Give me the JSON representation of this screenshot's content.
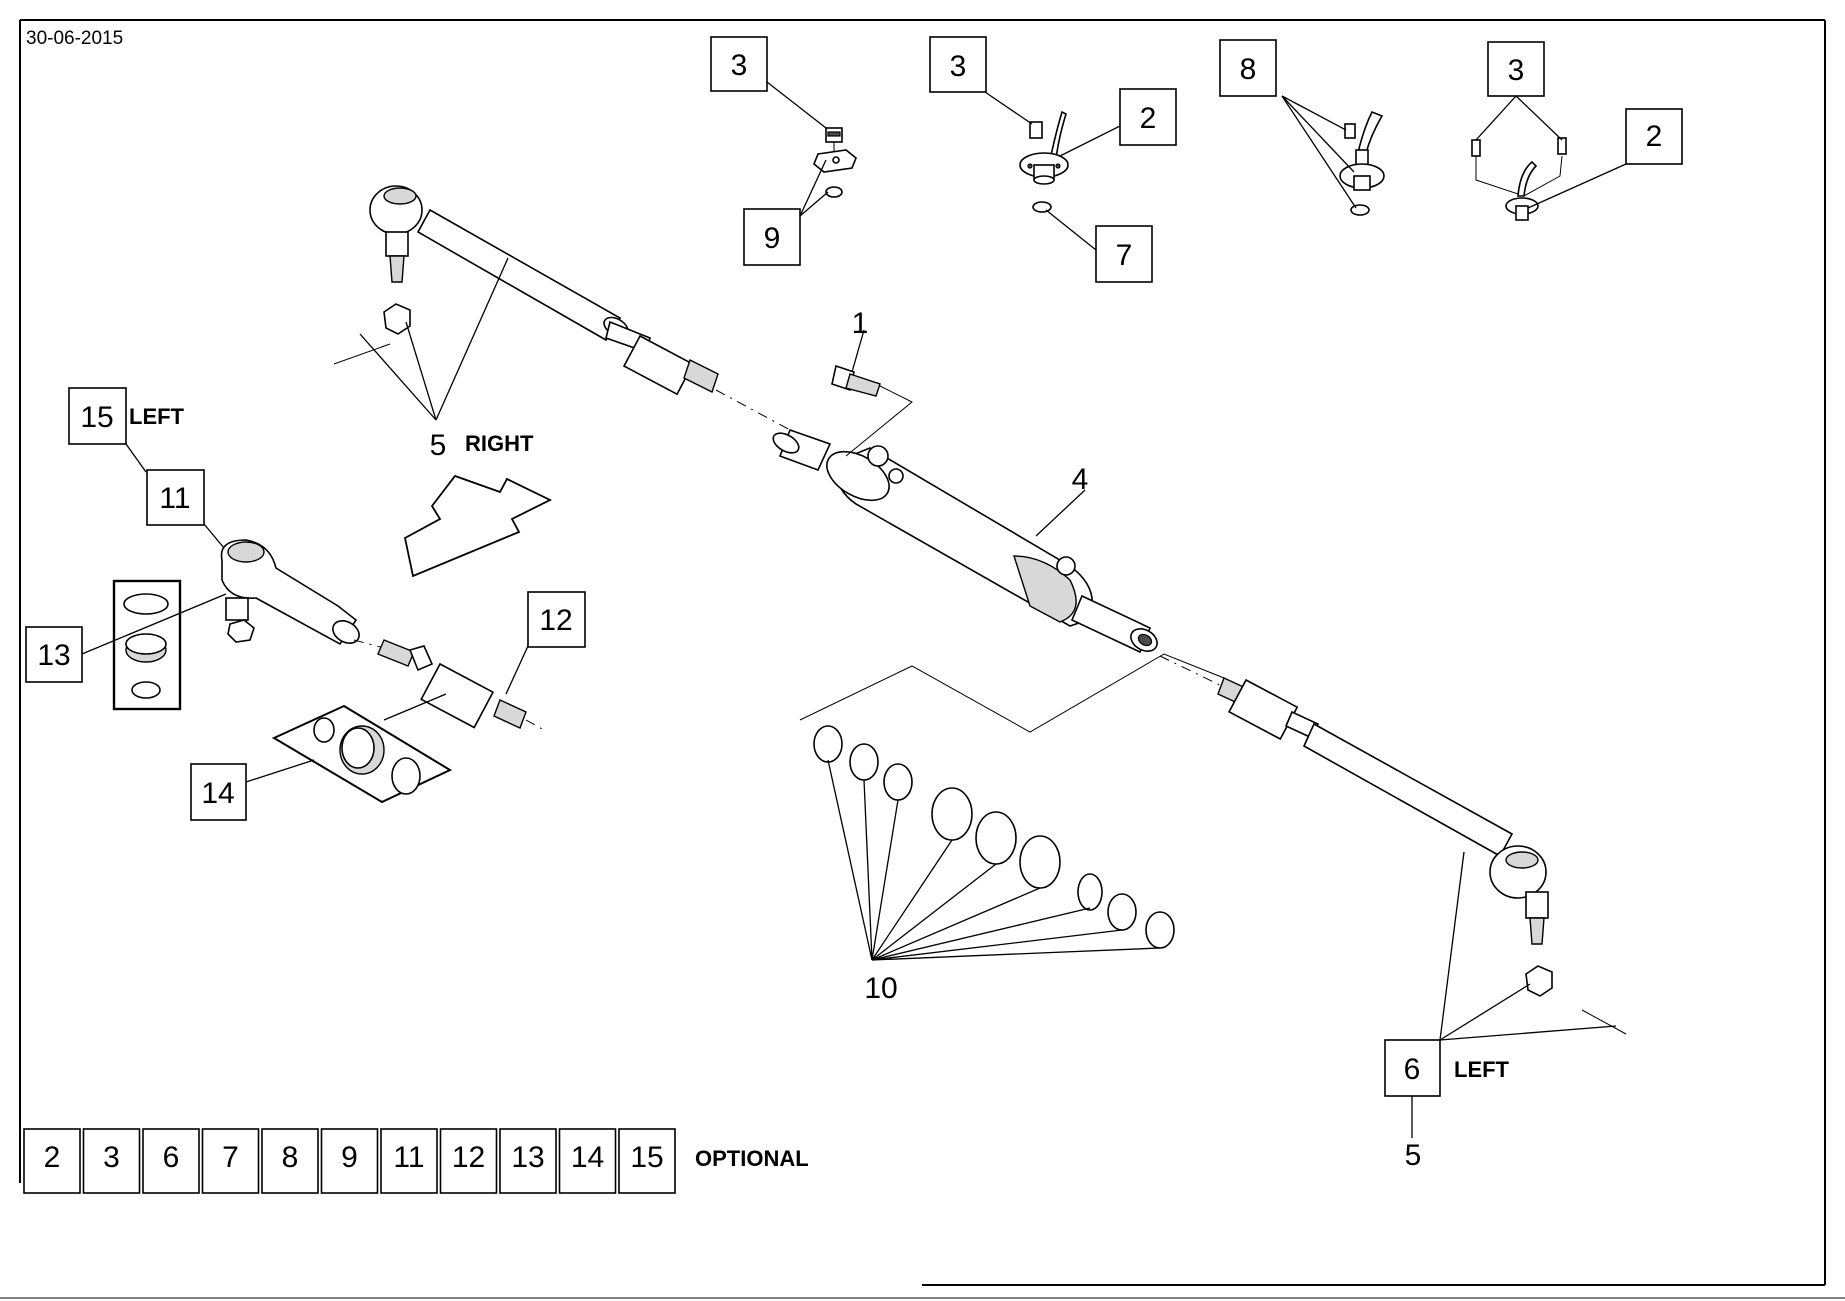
{
  "date": "30-06-2015",
  "callouts": {
    "c1": "1",
    "c2a": "2",
    "c2b": "2",
    "c3a": "3",
    "c3b": "3",
    "c3c": "3",
    "c4": "4",
    "c5_right": "5",
    "c5_bottom": "5",
    "c6": "6",
    "c7": "7",
    "c8": "8",
    "c9": "9",
    "c10": "10",
    "c11": "11",
    "c12": "12",
    "c13": "13",
    "c14": "14",
    "c15": "15"
  },
  "side_labels": {
    "right": "RIGHT",
    "left_top": "LEFT",
    "left_bottom": "LEFT"
  },
  "optional_parts": [
    "2",
    "3",
    "6",
    "7",
    "8",
    "9",
    "11",
    "12",
    "13",
    "14",
    "15"
  ],
  "optional_label": "OPTIONAL"
}
